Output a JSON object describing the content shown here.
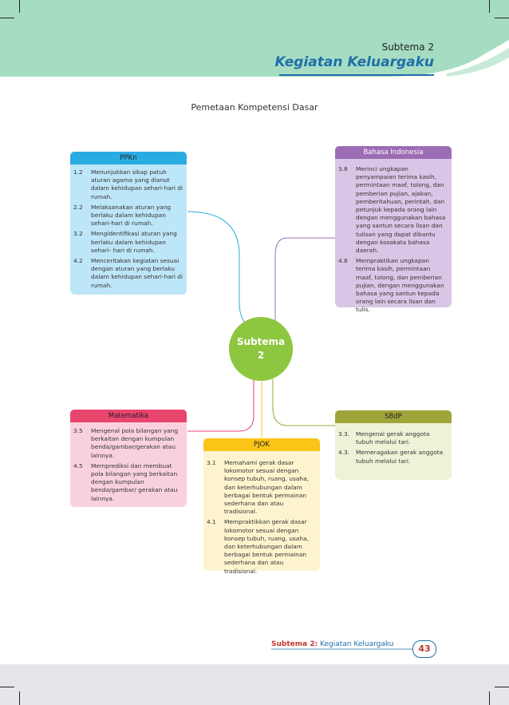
{
  "header": {
    "subtheme_label": "Subtema 2",
    "title": "Kegiatan Keluargaku"
  },
  "section_title": "Pemetaan Kompetensi Dasar",
  "center": {
    "line1": "Subtema",
    "line2": "2"
  },
  "colors": {
    "header_band": "#a6dcc2",
    "ppkn": "#bde6f8",
    "ppkn_head": "#29abe2",
    "bahasa": "#d9c6e7",
    "bahasa_head": "#9c6cb4",
    "matematika": "#f9d1dc",
    "matematika_head": "#e8456f",
    "pjok": "#fdf4cf",
    "pjok_head": "#fbc518",
    "sbdp": "#eef2d6",
    "sbdp_head": "#a0a53a",
    "center": "#8dc63f"
  },
  "subjects": {
    "ppkn": {
      "title": "PPKn",
      "items": [
        {
          "num": "1.2",
          "text": "Menunjukkan sikap patuh aturan agama yang dianut dalam kehidupan sehari-hari di rumah."
        },
        {
          "num": "2.2",
          "text": "Melaksanakan aturan yang berlaku dalam kehidupan sehari-hari di rumah."
        },
        {
          "num": "3.2",
          "text": "Mengidentifikasi aturan yang berlaku dalam kehidupan sehari- hari di rumah."
        },
        {
          "num": "4.2",
          "text": "Menceritakan kegiatan sesuai dengan aturan yang berlaku dalam kehidupan sehari-hari di rumah."
        }
      ]
    },
    "bahasa": {
      "title": "Bahasa Indonesia",
      "items": [
        {
          "num": "3.8",
          "text": "Merinci ungkapan penyampaian terima kasih, permintaan maaf, tolong, dan pemberian pujian, ajakan, pemberitahuan, perintah, dan petunjuk kepada orang lain dengan menggunakan bahasa yang santun secara lisan dan tulisan yang dapat dibantu dengan kosakata bahasa daerah."
        },
        {
          "num": "4.8",
          "text": "Mempraktikan ungkapan terima kasih, permintaan maaf, tolong, dan pemberian pujian, dengan menggunakan bahasa yang santun kepada orang lain secara lisan dan tulis."
        }
      ]
    },
    "matematika": {
      "title": "Matematika",
      "items": [
        {
          "num": "3.5",
          "text": "Mengenal pola bilangan yang berkaitan dengan kumpulan benda/gambar/gerakan atau lainnya."
        },
        {
          "num": "4.5",
          "text": "Memprediksi dan membuat pola bilangan yang berkaitan dengan kumpulan benda/gambar/ gerakan atau lainnya."
        }
      ]
    },
    "pjok": {
      "title": "PJOK",
      "items": [
        {
          "num": "3.1",
          "text": "Memahami gerak dasar lokomotor sesuai dengan konsep tubuh, ruang, usaha, dan keterhubungan dalam berbagai bentuk permainan sederhana dan atau tradisional."
        },
        {
          "num": "4.1",
          "text": "Mempraktikkan gerak dasar lokomotor sesuai dengan konsep tubuh, ruang, usaha, dan keterhubungan dalam berbagai bentuk permainan sederhana dan atau tradisional."
        }
      ]
    },
    "sbdp": {
      "title": "SBdP",
      "items": [
        {
          "num": "3.3.",
          "text": "Mengenal gerak anggota tubuh melalui tari."
        },
        {
          "num": "4.3.",
          "text": "Memeragakan gerak anggota tubuh melalui tari."
        }
      ]
    }
  },
  "footer": {
    "subtheme": "Subtema 2:",
    "title": " Kegiatan Keluargaku",
    "page": "43"
  }
}
